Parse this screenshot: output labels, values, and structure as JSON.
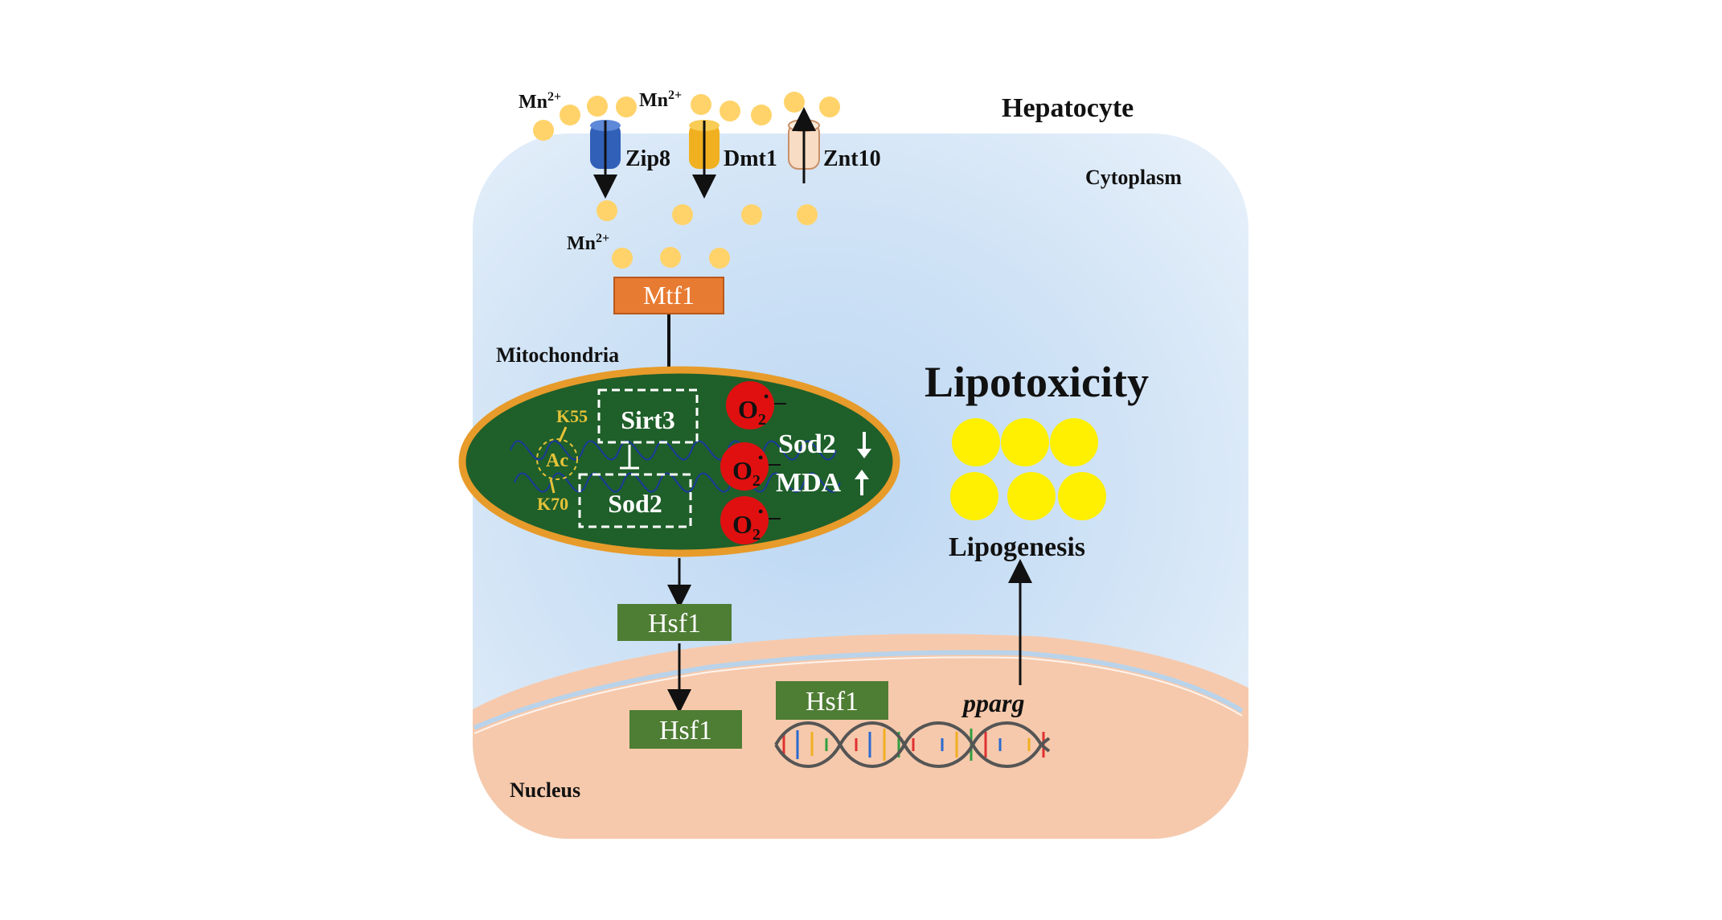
{
  "labels": {
    "hepatocyte": "Hepatocyte",
    "cytoplasm": "Cytoplasm",
    "mitochondria": "Mitochondria",
    "nucleus": "Nucleus",
    "lipotoxicity": "Lipotoxicity",
    "lipogenesis": "Lipogenesis",
    "pparg": "pparg"
  },
  "ions": {
    "mn_left": "Mn",
    "mn_mid": "Mn",
    "mn_inner": "Mn",
    "charge": "2+"
  },
  "transporters": [
    {
      "name": "Zip8",
      "color": "#3060b8",
      "direction": "in"
    },
    {
      "name": "Dmt1",
      "color": "#f0b020",
      "direction": "in"
    },
    {
      "name": "Znt10",
      "color": "#f8dcc4",
      "direction": "out"
    }
  ],
  "boxes": {
    "mtf1": "Mtf1",
    "sirt3": "Sirt3",
    "sod2": "Sod2",
    "hsf1_cyto": "Hsf1",
    "hsf1_nucleus": "Hsf1",
    "hsf1_dna": "Hsf1"
  },
  "mito": {
    "k55": "K55",
    "k70": "K70",
    "ac": "Ac",
    "sod2_change": "Sod2",
    "mda_change": "MDA",
    "superoxide": "O",
    "superoxide_sub": "2"
  },
  "colors": {
    "cytoplasm": "#cfe2f6",
    "nucleus": "#f6c9ac",
    "mitochondria_fill": "#1f5f2a",
    "mitochondria_border": "#e79b2a",
    "mtf1_box": "#e87b32",
    "hsf1_box": "#4e7d34",
    "manganese": "#ffd36a",
    "lipid": "#ffef00",
    "superoxide": "#e01010",
    "lysine": "#e6c238"
  }
}
